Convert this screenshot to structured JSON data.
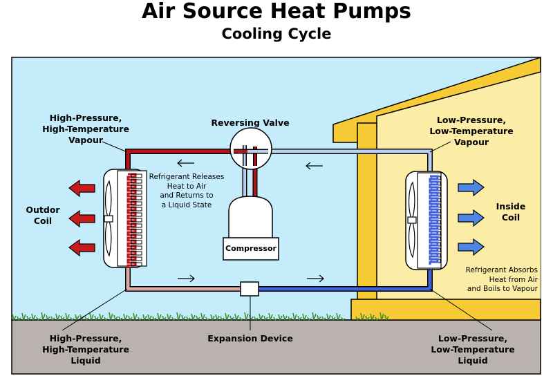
{
  "title": "Air Source Heat Pumps",
  "subtitle": "Cooling Cycle",
  "labels": {
    "outdoor_top": [
      "High-Pressure,",
      "High-Temperature",
      "Vapour"
    ],
    "reversing_valve": "Reversing Valve",
    "indoor_top": [
      "Low-Pressure,",
      "Low-Temperature",
      "Vapour"
    ],
    "outdoor_coil": [
      "Outdor",
      "Coil"
    ],
    "inside_coil": [
      "Inside",
      "Coil"
    ],
    "compressor": "Compressor",
    "outdoor_bottom": [
      "High-Pressure,",
      "High-Temperature",
      "Liquid"
    ],
    "expansion_device": "Expansion Device",
    "indoor_bottom": [
      "Low-Pressure,",
      "Low-Temperature",
      "Liquid"
    ]
  },
  "notes": {
    "releases": [
      "Refrigerant Releases",
      "Heat to Air",
      "and Returns to",
      "a Liquid State"
    ],
    "absorbs": [
      "Refrigerant Absorbs",
      "Heat from Air",
      "and Boils to Vapour"
    ]
  },
  "colors": {
    "sky": "#c4ecfb",
    "ground": "#b9b2ae",
    "wall": "#f6cb35",
    "interior": "#fbeca6",
    "hot_pipe": "#b8141b",
    "cold_pipe": "#3e61d8",
    "liquid_pipe": "#d9a8a2",
    "vapour_pipe": "#b9d0ee",
    "hot_arrow": "#c81c1c",
    "cold_arrow": "#4f86e6"
  },
  "icons": {
    "outdoor_fan": "fan-icon",
    "indoor_fan": "fan-icon",
    "flow_arrow": "arrow-icon"
  }
}
